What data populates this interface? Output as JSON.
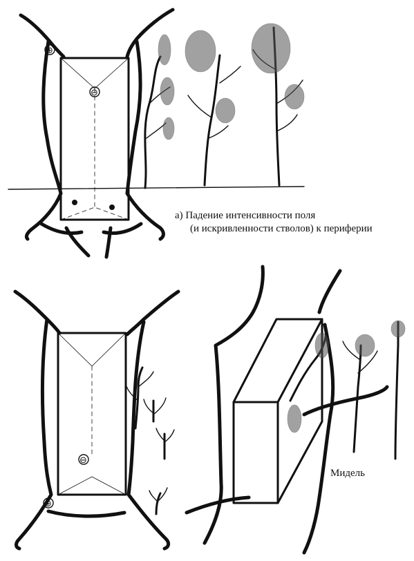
{
  "panel_a": {
    "caption_line1": "а) Падение интенсивности поля",
    "caption_line2": "(и искривленности стволов) к периферии"
  },
  "panel_c": {
    "label_midel": "Мидель"
  },
  "signs": {
    "plus": "⊕",
    "minus": "⊖"
  }
}
